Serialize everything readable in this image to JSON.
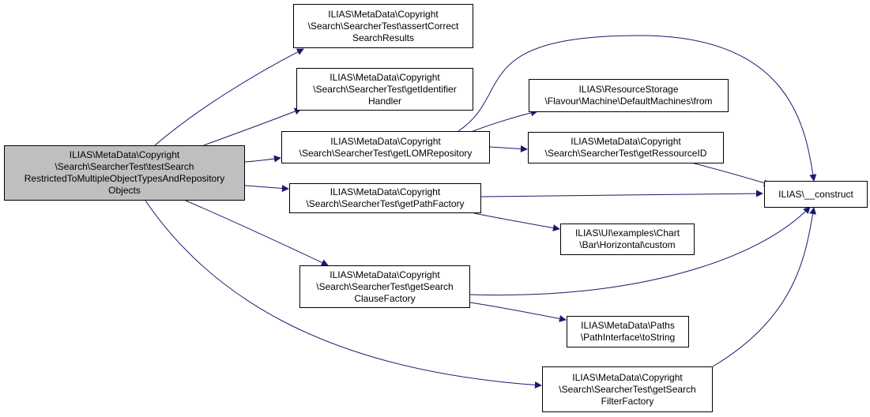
{
  "colors": {
    "edge": "#191970",
    "node_border": "#000000",
    "root_fill": "#bfbfbf",
    "node_fill": "#ffffff"
  },
  "nodes": {
    "root": {
      "lines": [
        "ILIAS\\MetaData\\Copyright",
        "\\Search\\SearcherTest\\testSearch",
        "RestrictedToMultipleObjectTypesAndRepository",
        "Objects"
      ]
    },
    "assert": {
      "lines": [
        "ILIAS\\MetaData\\Copyright",
        "\\Search\\SearcherTest\\assertCorrect",
        "SearchResults"
      ]
    },
    "getIdentifier": {
      "lines": [
        "ILIAS\\MetaData\\Copyright",
        "\\Search\\SearcherTest\\getIdentifier",
        "Handler"
      ]
    },
    "getLOM": {
      "lines": [
        "ILIAS\\MetaData\\Copyright",
        "\\Search\\SearcherTest\\getLOMRepository"
      ]
    },
    "getPath": {
      "lines": [
        "ILIAS\\MetaData\\Copyright",
        "\\Search\\SearcherTest\\getPathFactory"
      ]
    },
    "getClause": {
      "lines": [
        "ILIAS\\MetaData\\Copyright",
        "\\Search\\SearcherTest\\getSearch",
        "ClauseFactory"
      ]
    },
    "getFilter": {
      "lines": [
        "ILIAS\\MetaData\\Copyright",
        "\\Search\\SearcherTest\\getSearch",
        "FilterFactory"
      ]
    },
    "resStorage": {
      "lines": [
        "ILIAS\\ResourceStorage",
        "\\Flavour\\Machine\\DefaultMachines\\from"
      ]
    },
    "getRess": {
      "lines": [
        "ILIAS\\MetaData\\Copyright",
        "\\Search\\SearcherTest\\getRessourceID"
      ]
    },
    "construct": {
      "lines": [
        "ILIAS\\__construct"
      ]
    },
    "chart": {
      "lines": [
        "ILIAS\\UI\\examples\\Chart",
        "\\Bar\\Horizontal\\custom"
      ]
    },
    "toString": {
      "lines": [
        "ILIAS\\MetaData\\Paths",
        "\\PathInterface\\toString"
      ]
    }
  }
}
